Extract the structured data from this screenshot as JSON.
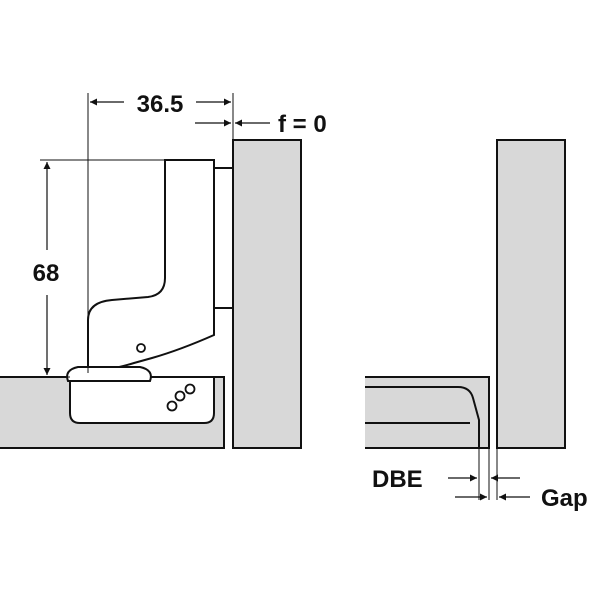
{
  "labels": {
    "width_dimension": "36.5",
    "height_dimension": "68",
    "overlay": "f = 0",
    "dbe": "DBE",
    "gap": "Gap"
  },
  "colors": {
    "panel_fill": "#d8d8d8",
    "hinge_fill": "#ffffff",
    "line": "#111111",
    "background": "#ffffff"
  }
}
